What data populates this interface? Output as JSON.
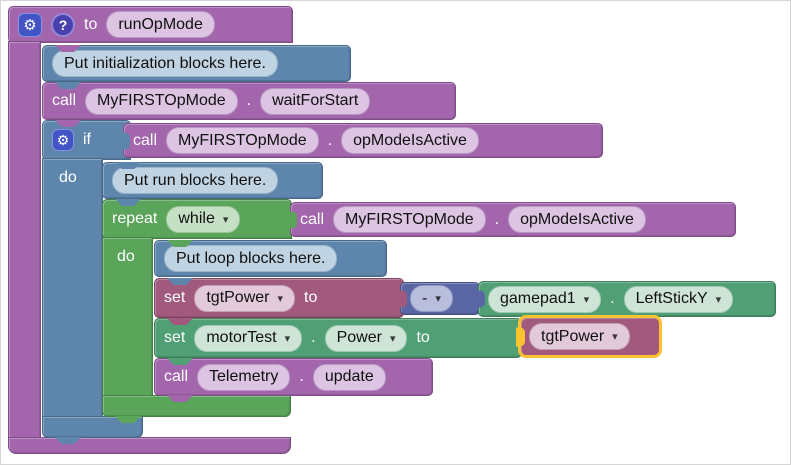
{
  "icons": {
    "gear": "⚙",
    "help": "?",
    "dropdown": "▾"
  },
  "colors": {
    "procedure_purple": "#a366ad",
    "logic_blue": "#5e86ac",
    "loop_green": "#5ba55b",
    "device_green": "#519f74",
    "variable_maroon": "#a2597e",
    "math_indigo": "#5a66a4",
    "selection_highlight": "#fcc331"
  },
  "blocks": {
    "procedure": {
      "to": "to",
      "name": "runOpMode"
    },
    "init_comment": "Put initialization blocks here.",
    "wait_call": {
      "call": "call",
      "target": "MyFIRSTOpMode",
      "dot": ".",
      "method": "waitForStart"
    },
    "if_block": {
      "if": "if",
      "do": "do"
    },
    "if_condition": {
      "call": "call",
      "target": "MyFIRSTOpMode",
      "dot": ".",
      "method": "opModeIsActive"
    },
    "run_comment": "Put run blocks here.",
    "repeat": {
      "repeat": "repeat",
      "mode": "while",
      "do": "do"
    },
    "repeat_condition": {
      "call": "call",
      "target": "MyFIRSTOpMode",
      "dot": ".",
      "method": "opModeIsActive"
    },
    "loop_comment": "Put loop blocks here.",
    "set_tgt": {
      "set": "set",
      "variable": "tgtPower",
      "to": "to"
    },
    "negate": {
      "operator": "-"
    },
    "gamepad": {
      "device": "gamepad1",
      "dot": ".",
      "property": "LeftStickY"
    },
    "set_power": {
      "set": "set",
      "device": "motorTest",
      "dot": ".",
      "property": "Power",
      "to": "to"
    },
    "tgt_value": {
      "variable": "tgtPower"
    },
    "telemetry_call": {
      "call": "call",
      "target": "Telemetry",
      "dot": ".",
      "method": "update"
    }
  }
}
